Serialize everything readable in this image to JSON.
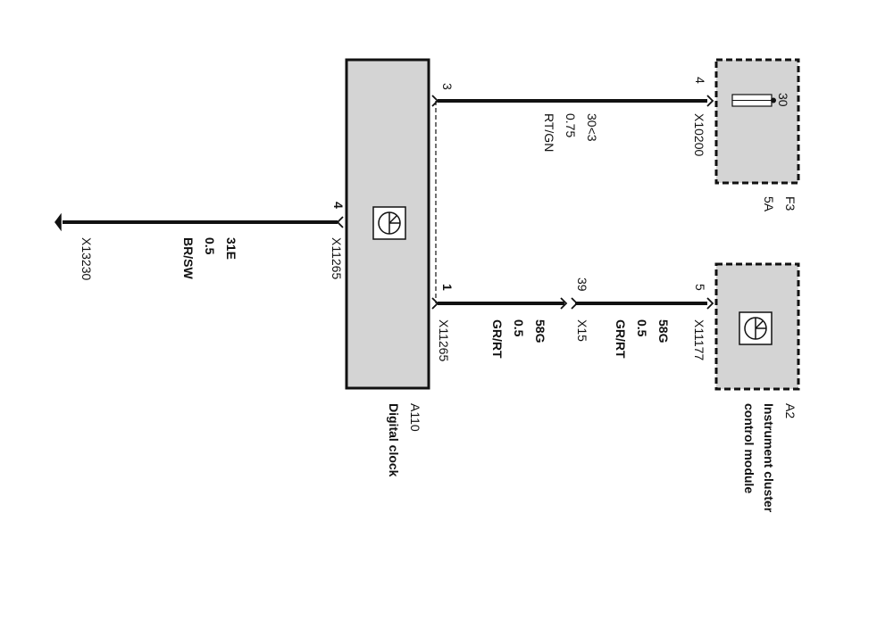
{
  "colors": {
    "wire": "#111111",
    "module_fill": "#d4d4d4",
    "border": "#111111",
    "background": "#ffffff"
  },
  "components": {
    "a110": {
      "id": "A110",
      "name": "Digital clock",
      "icon": "control-unit-icon"
    },
    "a2": {
      "id": "A2",
      "name_line1": "Instrument cluster",
      "name_line2": "control module",
      "icon": "control-unit-icon"
    },
    "f3": {
      "id": "F3",
      "rating": "5A",
      "terminal": "30",
      "icon": "fuse-icon"
    }
  },
  "wires": {
    "top": {
      "pin_left": "3",
      "pin_right": "4",
      "connector_right": "X10200",
      "signal": "30<3",
      "gauge": "0.75",
      "color": "RT/GN"
    },
    "bottom": {
      "pin_left": "1",
      "connector_left": "X11265",
      "signal_left": "58G",
      "gauge_left": "0.5",
      "color_left": "GR/RT",
      "pin_mid": "39",
      "connector_mid": "X15",
      "signal_right": "58G",
      "gauge_right": "0.5",
      "color_right": "GR/RT",
      "pin_right": "5",
      "connector_right": "X11177"
    },
    "ground": {
      "pin": "4",
      "connector": "X11265",
      "signal": "31E",
      "gauge": "0.5",
      "color": "BR/SW",
      "ground_connector": "X13230"
    }
  }
}
